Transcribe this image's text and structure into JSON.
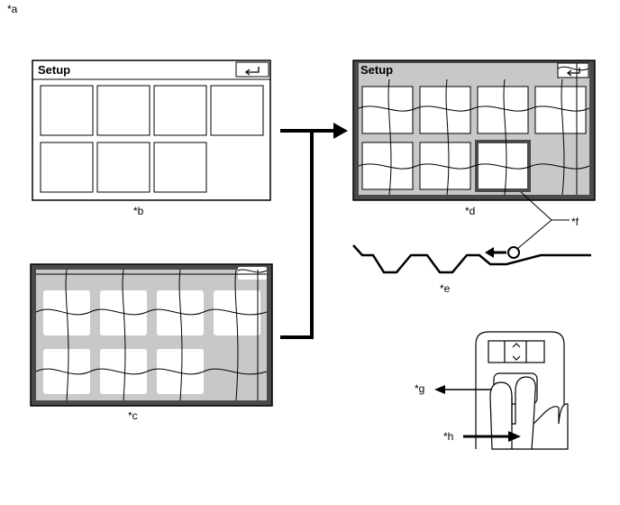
{
  "figure_label": "*a",
  "screens": {
    "setup_normal": {
      "label": "*b",
      "title": "Setup",
      "back_icon": "return-arrow-icon",
      "tile_count": 7
    },
    "setup_distorted_grid": {
      "label": "*c",
      "tile_count": 7
    },
    "setup_distorted_selected": {
      "label": "*d",
      "title": "Setup",
      "back_icon": "return-arrow-icon",
      "tile_count": 7
    }
  },
  "wave_label": "*e",
  "callout_label": "*f",
  "gesture_arrow_left_label": "*g",
  "gesture_arrow_right_label": "*h",
  "colors": {
    "line": "#000000",
    "screen_dark": "#4a4a4a",
    "screen_gray": "#c8c8c8",
    "tile_white": "#ffffff"
  }
}
